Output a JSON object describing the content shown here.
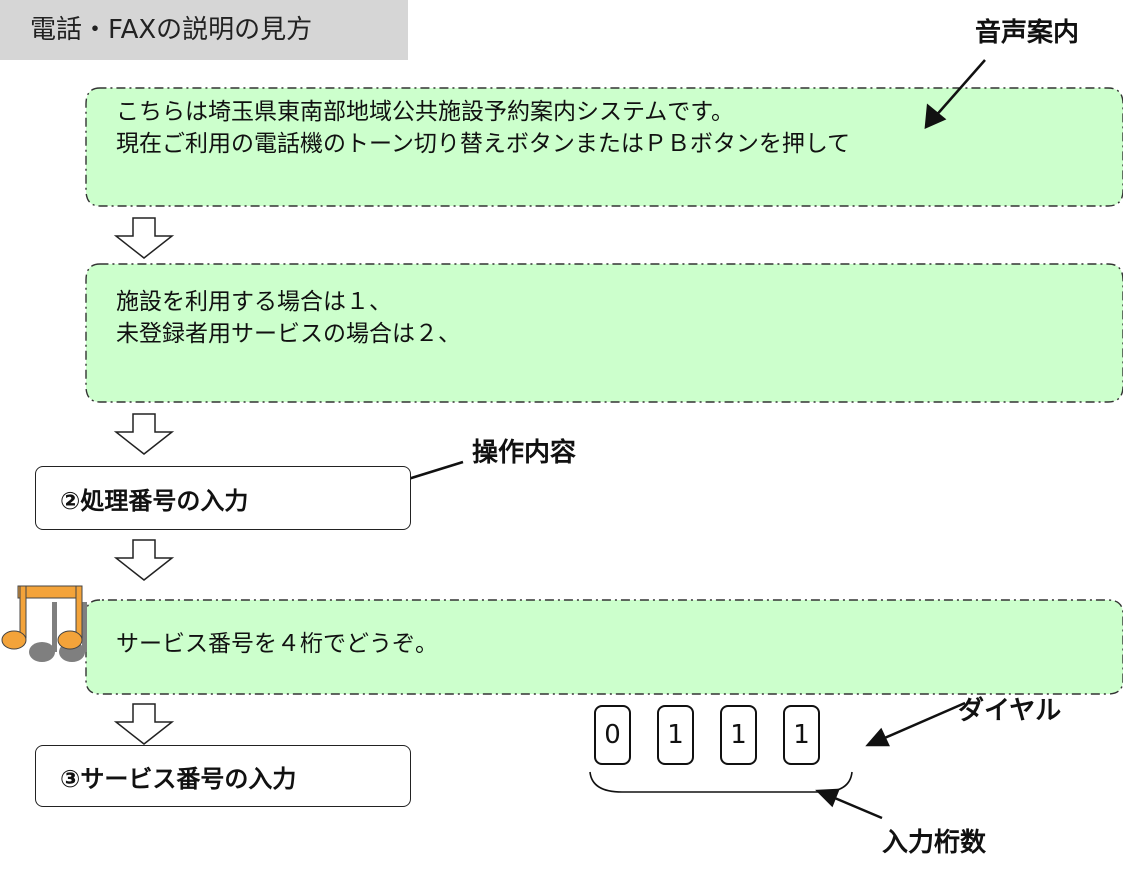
{
  "header": {
    "title": "電話・FAXの説明の見方"
  },
  "labels": {
    "voice_guide": "音声案内",
    "operation": "操作内容",
    "dial": "ダイヤル",
    "digits": "入力桁数"
  },
  "bubbles": {
    "first": {
      "lines": [
        "こちらは埼玉県東南部地域公共施設予約案内システムです。",
        "現在ご利用の電話機のトーン切り替えボタンまたはＰＢボタンを押して"
      ]
    },
    "second": {
      "lines": [
        "施設を利用する場合は１、",
        "未登録者用サービスの場合は２、"
      ]
    },
    "third": {
      "lines": [
        "サービス番号を４桁でどうぞ。"
      ]
    }
  },
  "steps": {
    "step2": "②処理番号の入力",
    "step3": "③サービス番号の入力"
  },
  "dial_digits": [
    "0",
    "1",
    "1",
    "1"
  ],
  "colors": {
    "bubble_fill": "#ccffcc",
    "title_bg": "#d6d6d6",
    "music_orange": "#f3a33a",
    "music_gray": "#7f7f7f"
  },
  "icons": [
    "down-arrow-icon",
    "pointer-arrow-icon",
    "music-note-icon"
  ]
}
